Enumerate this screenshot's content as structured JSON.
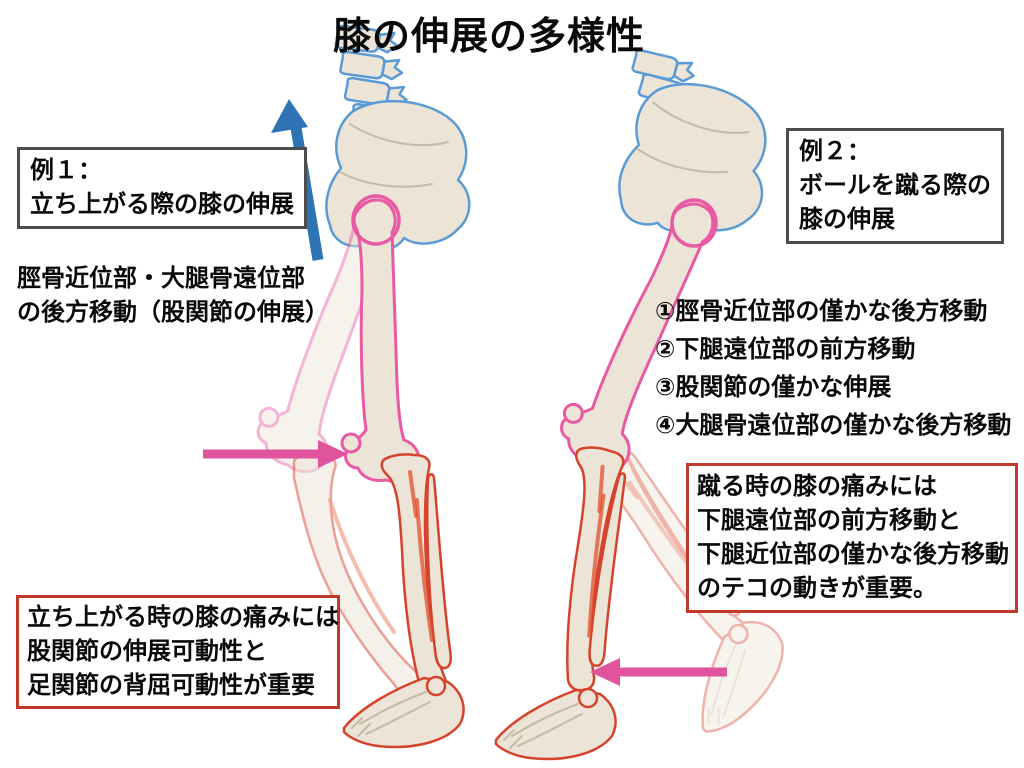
{
  "title": "膝の伸展の多様性",
  "example1": {
    "box_lines": [
      "例１：",
      "立ち上がる際の膝の伸展"
    ],
    "description_lines": [
      "脛骨近位部・大腿骨遠位部",
      "の後方移動（股関節の伸展）"
    ],
    "pain_note_lines": [
      "立ち上がる時の膝の痛みには",
      "股関節の伸展可動性と",
      "足関節の背屈可動性が重要"
    ]
  },
  "example2": {
    "box_lines": [
      "例２：",
      "ボールを蹴る際の",
      "膝の伸展"
    ],
    "steps": [
      "①脛骨近位部の僅かな後方移動",
      "②下腿遠位部の前方移動",
      "③股関節の僅かな伸展",
      "④大腿骨遠位部の僅かな後方移動"
    ],
    "pain_note_lines": [
      "蹴る時の膝の痛みには",
      "下腿遠位部の前方移動と",
      "下腿近位部の僅かな後方移動",
      "のテコの動きが重要。"
    ]
  },
  "colors": {
    "spine_pelvis_outline": "#5b9bd5",
    "femur_outline": "#e85aa4",
    "shank_foot_outline": "#d6432c",
    "arrow_blue": "#2e74b5",
    "arrow_pink": "#e0549e",
    "label_box_border": "#4d4d4d",
    "pain_box_border": "#c0392b",
    "bone_fill": "#ece4d6",
    "text": "#0a0a0a"
  }
}
